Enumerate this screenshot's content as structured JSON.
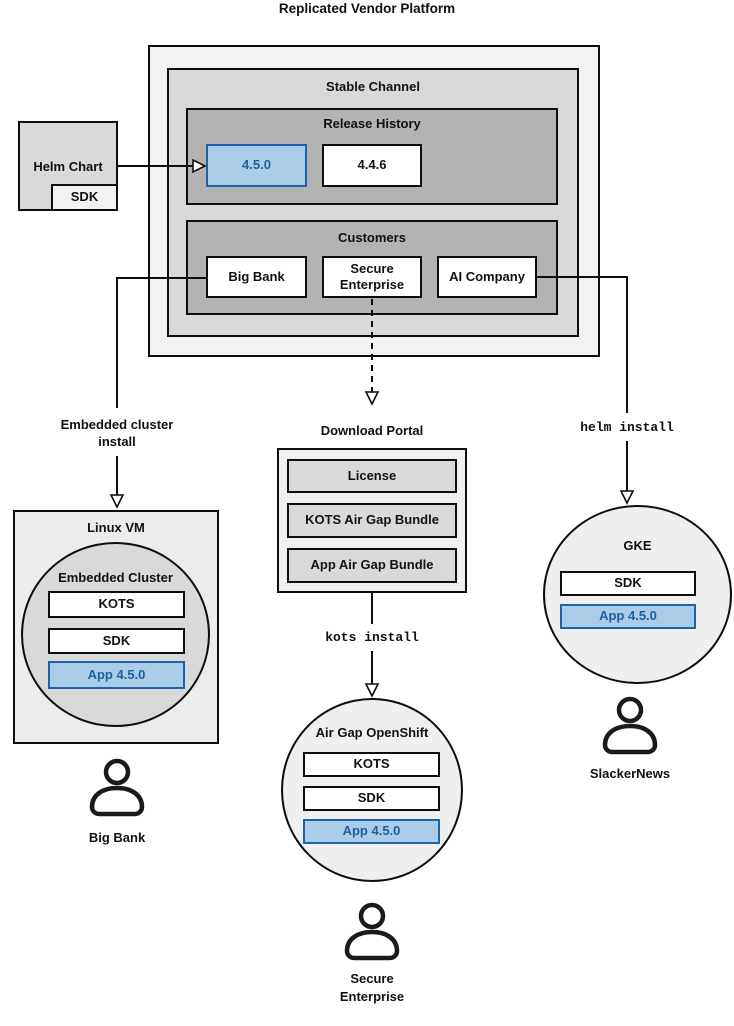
{
  "title": "Replicated Vendor Platform",
  "colors": {
    "highlight_fill": "#A9CCE9",
    "highlight_border": "#1F62A8",
    "highlight_text": "#1F5FA0",
    "container_light": "#F2F2F2",
    "container_mid": "#D9D9D9",
    "container_dark": "#B3B3B3"
  },
  "platform": {
    "channel_label": "Stable Channel",
    "release_history": {
      "label": "Release History",
      "releases": [
        "4.5.0",
        "4.4.6"
      ]
    },
    "customers": {
      "label": "Customers",
      "items": [
        "Big Bank",
        "Secure Enterprise",
        "AI Company"
      ]
    }
  },
  "helm_chart": {
    "label": "Helm Chart",
    "sdk": "SDK"
  },
  "left_branch": {
    "install_method": "Embedded cluster\ninstall",
    "vm_label": "Linux VM",
    "cluster_label": "Embedded Cluster",
    "components": [
      "KOTS",
      "SDK"
    ],
    "app": "App 4.5.0",
    "user": "Big Bank"
  },
  "middle_branch": {
    "portal": {
      "label": "Download Portal",
      "items": [
        "License",
        "KOTS Air Gap Bundle",
        "App Air Gap Bundle"
      ]
    },
    "install_method": "kots install",
    "cluster_label": "Air Gap OpenShift",
    "components": [
      "KOTS",
      "SDK"
    ],
    "app": "App 4.5.0",
    "user": "Secure\nEnterprise"
  },
  "right_branch": {
    "install_method": "helm install",
    "cluster_label": "GKE",
    "components": [
      "SDK"
    ],
    "app": "App 4.5.0",
    "user": "SlackerNews"
  }
}
